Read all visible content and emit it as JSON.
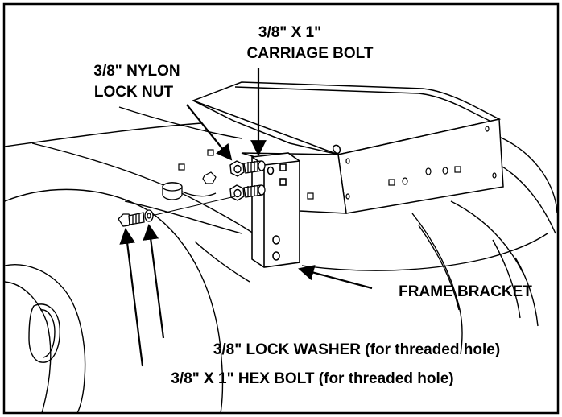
{
  "labels": {
    "carriage_bolt_line1": "3/8\" X 1\"",
    "carriage_bolt_line2": "CARRIAGE BOLT",
    "nylon_nut_line1": "3/8\" NYLON",
    "nylon_nut_line2": "LOCK NUT",
    "frame_bracket": "FRAME BRACKET",
    "lock_washer": "3/8\" LOCK WASHER (for threaded hole)",
    "hex_bolt": "3/8\" X 1\" HEX BOLT (for threaded hole)"
  },
  "colors": {
    "line": "#000000",
    "background": "#ffffff"
  }
}
